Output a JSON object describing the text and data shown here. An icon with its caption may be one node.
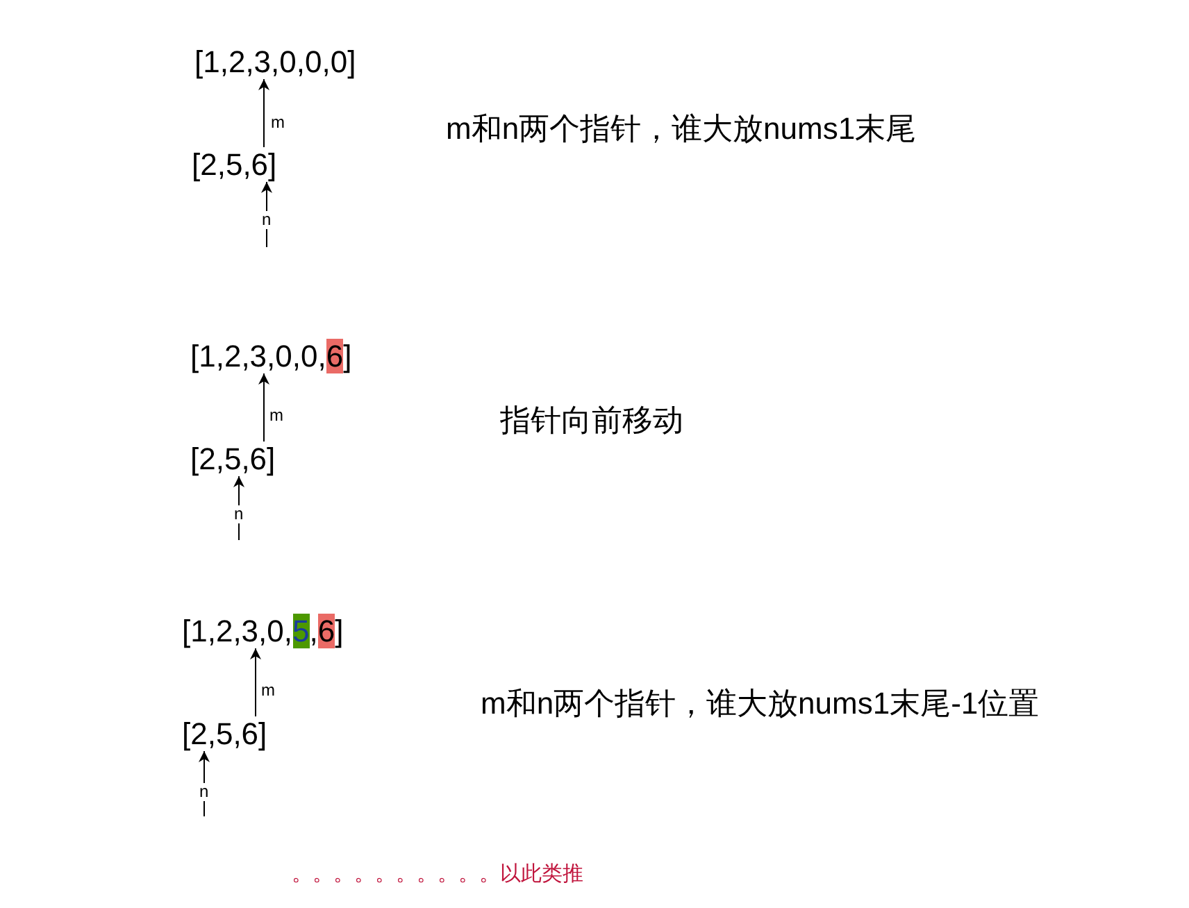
{
  "diagram": {
    "nodes": [
      {
        "text": [
          "[1,2,3,0,0,0]"
        ]
      },
      {
        "text": [
          "[2,5,6]"
        ]
      },
      {
        "text": [
          "[1,2,3,0,0,",
          "]"
        ]
      },
      {
        "text": [
          "6"
        ],
        "in": 2
      },
      {
        "text": [
          "[2,5,6]"
        ]
      },
      {
        "text": [
          "[1,2,3,0,",
          ",",
          "]"
        ]
      },
      {
        "text": [
          "5"
        ],
        "in": 5
      },
      {
        "text": [
          "6"
        ],
        "in": 5
      },
      {
        "text": [
          "[2,5,6]"
        ]
      }
    ],
    "edges": [
      {
        "from": 1,
        "to": 0,
        "arrow": "to",
        "label": "m"
      },
      {
        "from": null,
        "to": 1,
        "arrow": "to",
        "label": "n"
      },
      {
        "from": 4,
        "to": 2,
        "arrow": "to",
        "label": "m"
      },
      {
        "from": null,
        "to": 4,
        "arrow": "to",
        "label": "n"
      },
      {
        "from": 8,
        "to": 5,
        "arrow": "to",
        "label": "m"
      },
      {
        "from": null,
        "to": 8,
        "arrow": "to",
        "label": "n"
      }
    ],
    "labels": [
      "m和n两个指针，谁大放nums1末尾",
      "指针向前移动",
      "m和n两个指针，谁大放nums1末尾-1位置",
      "。。。。。。。。。。以此类推"
    ]
  }
}
